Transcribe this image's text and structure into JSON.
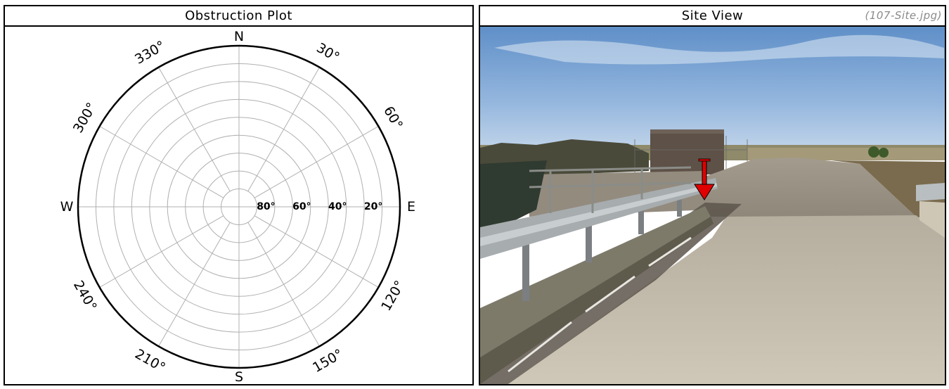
{
  "left_panel": {
    "title": "Obstruction Plot",
    "directions": {
      "n": "N",
      "e": "E",
      "s": "S",
      "w": "W"
    },
    "azimuth_labels": [
      {
        "text": "30°",
        "azimuth": 30
      },
      {
        "text": "60°",
        "azimuth": 60
      },
      {
        "text": "120°",
        "azimuth": 120
      },
      {
        "text": "150°",
        "azimuth": 150
      },
      {
        "text": "210°",
        "azimuth": 210
      },
      {
        "text": "240°",
        "azimuth": 240
      },
      {
        "text": "300°",
        "azimuth": 300
      },
      {
        "text": "330°",
        "azimuth": 330
      }
    ],
    "elevation_labels": [
      {
        "text": "80°",
        "elevation": 80
      },
      {
        "text": "60°",
        "elevation": 60
      },
      {
        "text": "40°",
        "elevation": 40
      },
      {
        "text": "20°",
        "elevation": 20
      }
    ],
    "ring_elevations": [
      0,
      10,
      20,
      30,
      40,
      50,
      60,
      70,
      80
    ],
    "spoke_azimuths": [
      0,
      30,
      60,
      90,
      120,
      150,
      180,
      210,
      240,
      270,
      300,
      330
    ]
  },
  "right_panel": {
    "title": "Site View",
    "file_label": "(107-Site.jpg)"
  },
  "colors": {
    "frame": "#000000",
    "grid": "#b0b0b0",
    "label_muted": "#8a8a8a",
    "marker": "#e00000"
  }
}
